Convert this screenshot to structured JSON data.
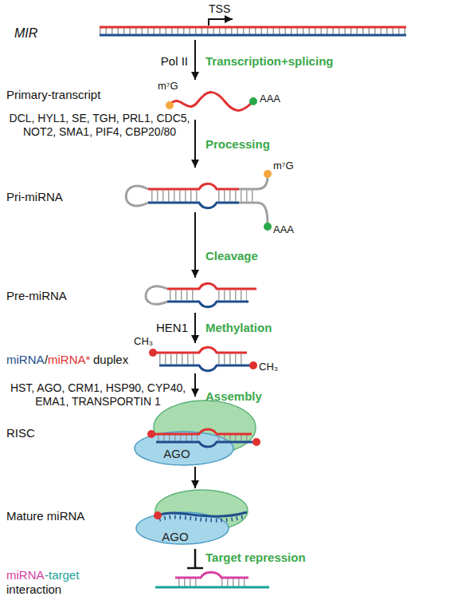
{
  "diagram": {
    "nodes": [
      {
        "text": [
          "AGO"
        ]
      },
      {
        "text": [
          "AGO"
        ]
      }
    ],
    "edges": [
      {
        "from": 0,
        "to": 1,
        "arrow": "to"
      }
    ],
    "labels": [
      "TSS",
      "MIR",
      "Pol II",
      "Transcription+splicing",
      "Primary-transcript",
      "m⁷G",
      "AAA",
      "DCL, HYL1, SE, TGH, PRL1, CDC5, NOT2, SMA1, PIF4, CBP20/80",
      "Processing",
      "Pri-miRNA",
      "m⁷G",
      "AAA",
      "Cleavage",
      "Pre-miRNA",
      "HEN1",
      "Methylation",
      "miRNA",
      "/",
      "miRNA*",
      "duplex",
      "CH₃",
      "CH₃",
      "HST, AGO, CRM1, HSP90, CYP40, EMA1, TRANSPORTIN 1",
      "Assembly",
      "RISC",
      "Mature miRNA",
      "Target repression",
      "miRNA",
      "-target",
      "interaction"
    ]
  }
}
